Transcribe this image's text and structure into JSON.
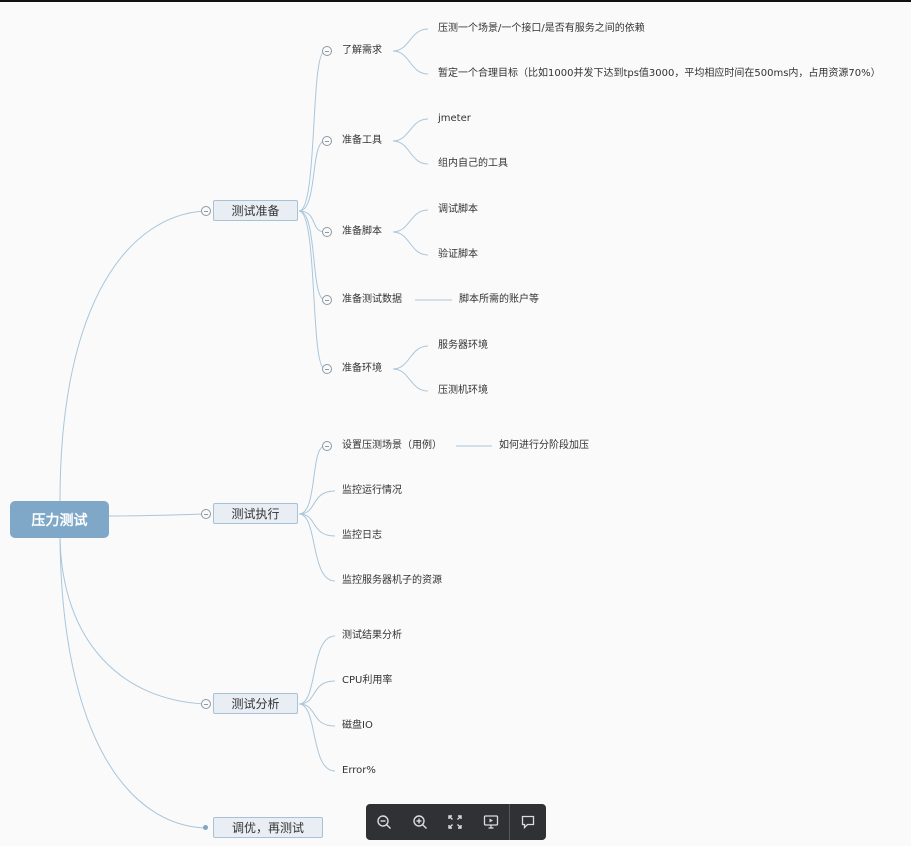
{
  "root": "压力测试",
  "branches": {
    "prepare": {
      "label": "测试准备",
      "children": {
        "requirement": {
          "label": "了解需求",
          "items": [
            "压测一个场景/一个接口/是否有服务之间的依赖",
            "暂定一个合理目标（比如1000并发下达到tps值3000，平均相应时间在500ms内，占用资源70%）"
          ]
        },
        "tools": {
          "label": "准备工具",
          "items": [
            "jmeter",
            "组内自己的工具"
          ]
        },
        "script": {
          "label": "准备脚本",
          "items": [
            "调试脚本",
            "验证脚本"
          ]
        },
        "data": {
          "label": "准备测试数据",
          "items": [
            "脚本所需的账户等"
          ]
        },
        "env": {
          "label": "准备环境",
          "items": [
            "服务器环境",
            "压测机环境"
          ]
        }
      }
    },
    "execute": {
      "label": "测试执行",
      "children": {
        "scene": {
          "label": "设置压测场景（用例）",
          "items": [
            "如何进行分阶段加压"
          ]
        },
        "monitor": "监控运行情况",
        "log": "监控日志",
        "resource": "监控服务器机子的资源"
      }
    },
    "analysis": {
      "label": "测试分析",
      "items": [
        "测试结果分析",
        "CPU利用率",
        "磁盘IO",
        "Error%"
      ]
    },
    "tune": {
      "label": "调优，再测试"
    }
  },
  "toolbar": [
    "zoom-out-icon",
    "zoom-in-icon",
    "fullscreen-icon",
    "present-icon",
    "comment-icon"
  ],
  "colors": {
    "line": "#a9c6dc",
    "root": "#7ea7c8",
    "branch_bg": "#e8eef3",
    "toolbar": "#2f3134"
  }
}
